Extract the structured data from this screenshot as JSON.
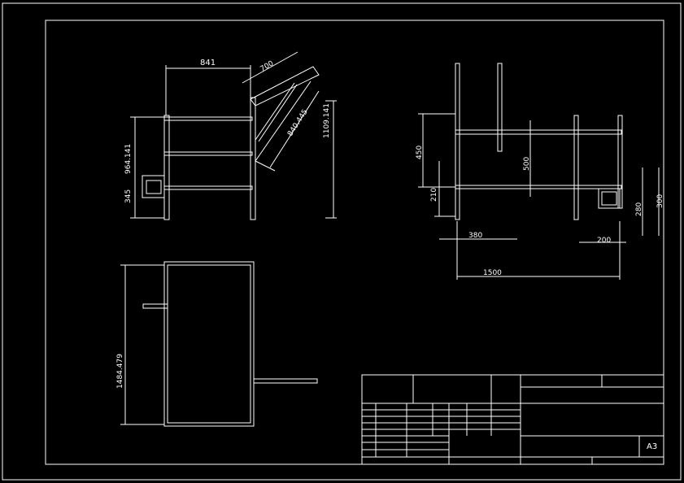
{
  "drawing": {
    "colors": {
      "background": "#000000",
      "line": "#ffffff",
      "dim": "#ffffff"
    },
    "side_view": {
      "dims": {
        "width": "841",
        "lid": "700",
        "diag": "840.445",
        "height": "1109.141",
        "mid_height": "964.141",
        "low_height": "345"
      }
    },
    "front_view": {
      "dims": {
        "h450": "450",
        "h500": "500",
        "h210": "210",
        "w380": "380",
        "w200": "200",
        "w1500": "1500",
        "h300": "300",
        "h280": "280"
      }
    },
    "top_view": {
      "dims": {
        "length": "1484.479"
      }
    },
    "title_block": {
      "sheet_size": "A3",
      "drawing_title": "",
      "scale_label": ""
    }
  }
}
